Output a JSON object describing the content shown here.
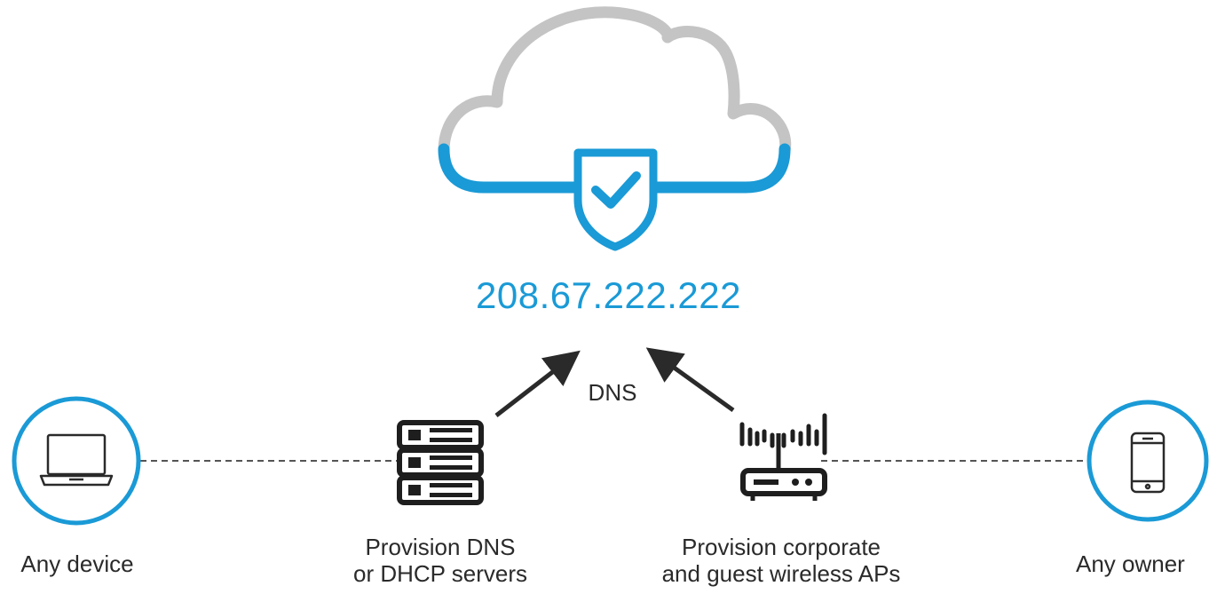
{
  "title": "",
  "cloud": {
    "ip_address": "208.67.222.222",
    "icon": "cloud-shield-check-icon"
  },
  "arrow_label": "DNS",
  "nodes": {
    "any_device": {
      "icon": "laptop-icon",
      "label": "Any device"
    },
    "dns_servers": {
      "icon": "server-stack-icon",
      "label_line1": "Provision DNS",
      "label_line2": "or DHCP servers"
    },
    "wireless_aps": {
      "icon": "wireless-router-icon",
      "label_line1": "Provision corporate",
      "label_line2": "and guest wireless APs"
    },
    "any_owner": {
      "icon": "smartphone-icon",
      "label": "Any owner"
    }
  },
  "colors": {
    "accent_blue": "#1a9ad6",
    "cloud_gray": "#c4c4c4",
    "icon_dark": "#1e1e1e",
    "text": "#2a2a2a",
    "dashed_line": "#555555"
  }
}
